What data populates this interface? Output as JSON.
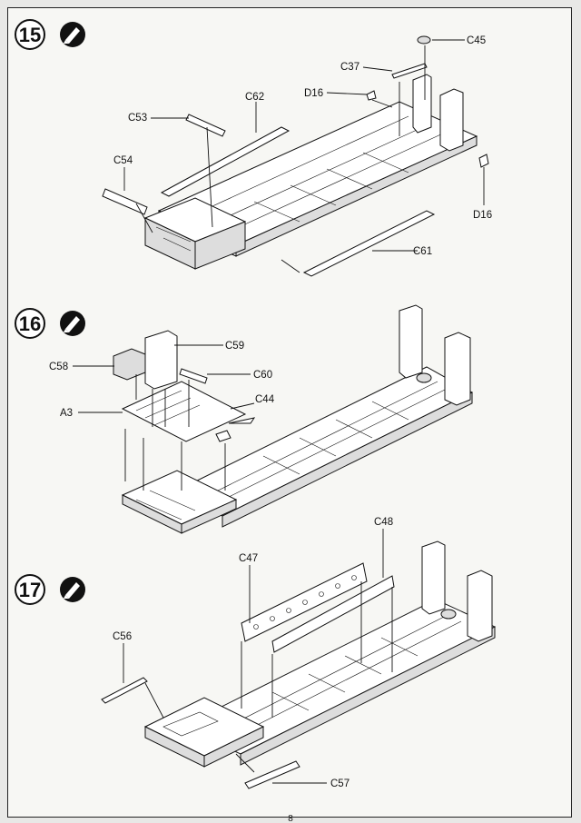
{
  "steps": [
    {
      "number": "15",
      "icon": "glue-icon",
      "parts": [
        "C45",
        "C37",
        "D16",
        "C62",
        "C53",
        "C54",
        "D16",
        "C61"
      ]
    },
    {
      "number": "16",
      "icon": "glue-icon",
      "parts": [
        "C59",
        "C58",
        "C60",
        "C44",
        "A3"
      ]
    },
    {
      "number": "17",
      "icon": "glue-icon",
      "parts": [
        "C48",
        "C47",
        "C56",
        "C57"
      ]
    }
  ],
  "page_number": "8"
}
